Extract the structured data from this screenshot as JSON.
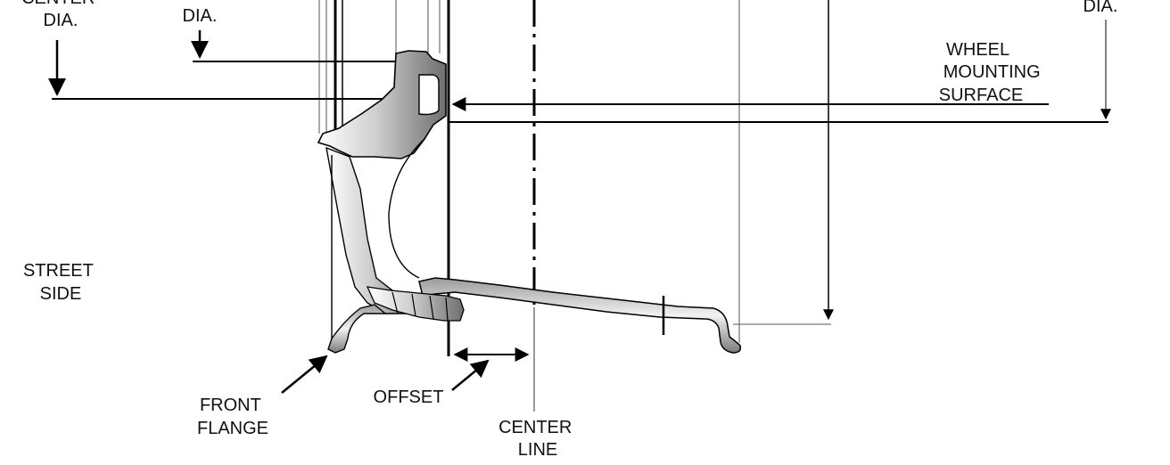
{
  "labels": {
    "center_dia": [
      "CENTER",
      "DIA."
    ],
    "left_dia": "DIA.",
    "right_dia": "DIA.",
    "wheel_mounting_surface": [
      "WHEEL",
      "MOUNTING",
      "SURFACE"
    ],
    "street_side": [
      "STREET",
      "SIDE"
    ],
    "front_flange": [
      "FRONT",
      "FLANGE"
    ],
    "offset": "OFFSET",
    "center_line": [
      "CENTER",
      "LINE"
    ]
  }
}
